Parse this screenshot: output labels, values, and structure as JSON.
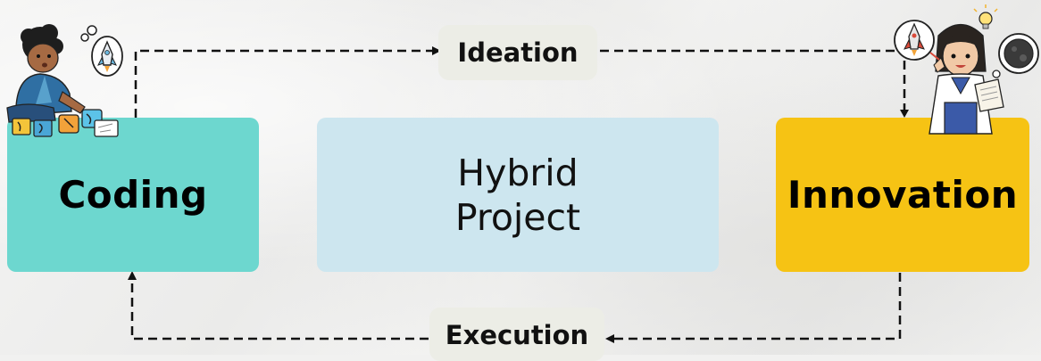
{
  "nodes": {
    "coding": "Coding",
    "center_line1": "Hybrid",
    "center_line2": "Project",
    "innovation": "Innovation"
  },
  "edges": {
    "top": "Ideation",
    "bottom": "Execution"
  },
  "colors": {
    "coding_box": "#6dd7cf",
    "center_box": "#cde6ef",
    "innovation_box": "#f6c314",
    "label_pill": "#ecede6",
    "line": "#111111"
  },
  "illustrations": {
    "left": "boy-building-rocket-illustration",
    "right": "girl-thinking-rocket-illustration"
  }
}
